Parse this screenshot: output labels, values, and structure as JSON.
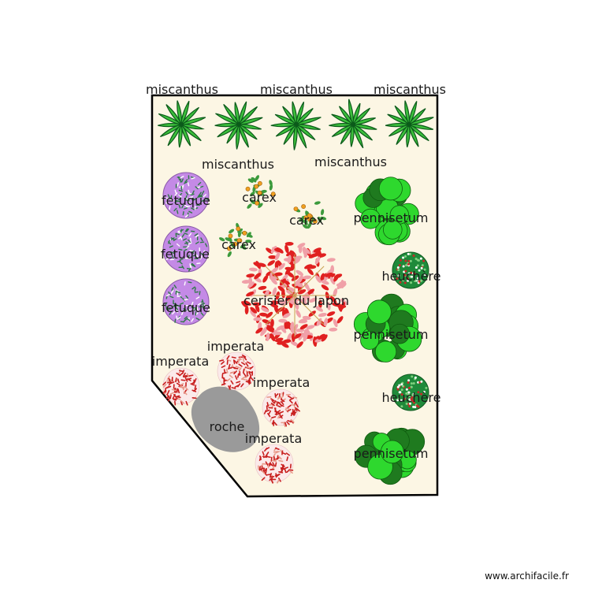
{
  "colors": {
    "background": "#ffffff",
    "parcel_fill": "#fcf6e4",
    "parcel_stroke": "#000000",
    "miscanthus_dark": "#0b5a1a",
    "miscanthus_light": "#3cbf3c",
    "fetuque": "#c48ae6",
    "carex_leaf": "#3c9a3c",
    "carex_flower": "#f0a020",
    "pennisetum_light": "#2ed82e",
    "pennisetum_dark": "#1f7a1f",
    "heuchere_green": "#1f8a3a",
    "heuchere_red": "#c82828",
    "imperata_red": "#c81e1e",
    "cerisier_red": "#e02020",
    "cerisier_pink": "#f0a0a8",
    "rock": "#9a9a9a"
  },
  "labels": {
    "miscanthus": "miscanthus",
    "fetuque": "fetuque",
    "carex": "carex",
    "pennisetum": "pennisetum",
    "heuchere": "heuchère",
    "cerisier": "cerisier du Japon",
    "imperata": "imperata",
    "roche": "roche"
  },
  "watermark": "www.archifacile.fr",
  "plants": [
    {
      "type": "miscanthus",
      "label": "miscanthus"
    },
    {
      "type": "miscanthus",
      "label": "miscanthus"
    },
    {
      "type": "miscanthus",
      "label": "miscanthus"
    },
    {
      "type": "miscanthus",
      "label": "miscanthus"
    },
    {
      "type": "miscanthus",
      "label": "miscanthus"
    },
    {
      "type": "fetuque",
      "label": "fetuque"
    },
    {
      "type": "fetuque",
      "label": "fetuque"
    },
    {
      "type": "fetuque",
      "label": "fetuque"
    },
    {
      "type": "carex",
      "label": "carex"
    },
    {
      "type": "carex",
      "label": "carex"
    },
    {
      "type": "carex",
      "label": "carex"
    },
    {
      "type": "cerisier",
      "label": "cerisier du Japon"
    },
    {
      "type": "pennisetum",
      "label": "pennisetum"
    },
    {
      "type": "pennisetum",
      "label": "pennisetum"
    },
    {
      "type": "pennisetum",
      "label": "pennisetum"
    },
    {
      "type": "heuchere",
      "label": "heuchère"
    },
    {
      "type": "heuchere",
      "label": "heuchère"
    },
    {
      "type": "imperata",
      "label": "imperata"
    },
    {
      "type": "imperata",
      "label": "imperata"
    },
    {
      "type": "imperata",
      "label": "imperata"
    },
    {
      "type": "imperata",
      "label": "imperata"
    },
    {
      "type": "roche",
      "label": "roche"
    }
  ]
}
